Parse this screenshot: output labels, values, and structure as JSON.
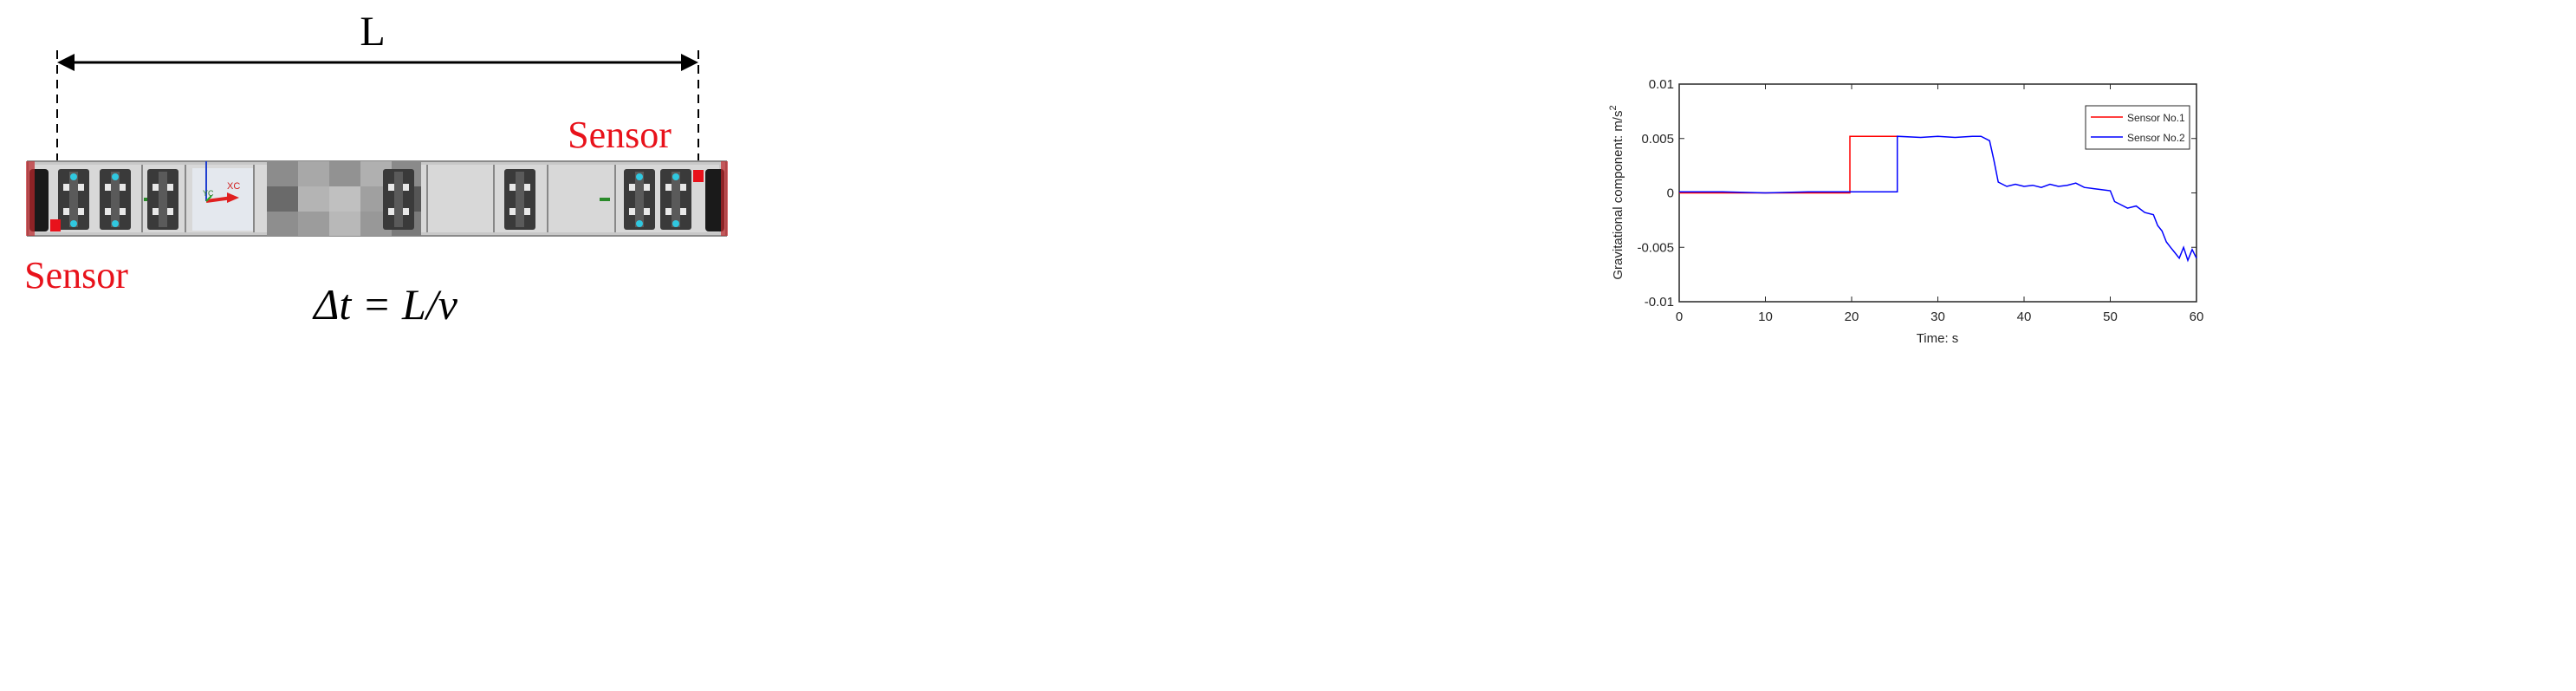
{
  "diagram": {
    "length_label": "L",
    "sensor_right_label": "Sensor",
    "sensor_left_label": "Sensor",
    "formula": "Δt = L/v",
    "axis_tag_1": "YC",
    "axis_tag_2": "XC",
    "colors": {
      "sensor_text": "#e8121b",
      "sensor_marker": "#e8121b",
      "dimension_line": "#000000"
    }
  },
  "chart_data": {
    "type": "line",
    "title": "",
    "xlabel": "Time: s",
    "ylabel": "Gravitational component: m/s",
    "ylabel_superscript": "2",
    "xlim": [
      0,
      60
    ],
    "ylim": [
      -0.01,
      0.01
    ],
    "xticks": [
      0,
      10,
      20,
      30,
      40,
      50,
      60
    ],
    "xtick_labels": [
      "0",
      "10",
      "20",
      "30",
      "40",
      "50",
      "60"
    ],
    "yticks": [
      -0.01,
      -0.005,
      0,
      0.005,
      0.01
    ],
    "ytick_labels": [
      "-0.01",
      "-0.005",
      "0",
      "0.005",
      "0.01"
    ],
    "grid": false,
    "legend_position": "top-right",
    "series": [
      {
        "name": "Sensor No.1",
        "color": "#ff0000",
        "x": [
          0,
          19.8,
          19.8,
          25.3
        ],
        "y": [
          0.0,
          0.0,
          0.0052,
          0.0052
        ]
      },
      {
        "name": "Sensor No.2",
        "color": "#0000ff",
        "x": [
          0,
          5,
          10,
          15,
          20,
          25.3,
          25.3,
          28,
          30,
          32,
          34,
          35,
          36,
          36.5,
          37,
          37.5,
          38,
          39,
          40,
          41,
          42,
          43,
          44,
          45,
          46,
          47,
          48,
          49,
          50,
          50.5,
          51,
          52,
          53,
          54,
          55,
          55.5,
          56,
          56.5,
          57,
          57.5,
          58,
          58.5,
          59,
          59.5,
          60
        ],
        "y": [
          0.0001,
          0.0001,
          0.0,
          0.0001,
          0.0001,
          0.0001,
          0.0052,
          0.0051,
          0.0052,
          0.0051,
          0.0052,
          0.0052,
          0.0048,
          0.003,
          0.001,
          0.0008,
          0.0006,
          0.0008,
          0.0006,
          0.0007,
          0.0005,
          0.0008,
          0.0006,
          0.0007,
          0.0009,
          0.0005,
          0.0004,
          0.0003,
          0.0002,
          -0.0008,
          -0.001,
          -0.0014,
          -0.0012,
          -0.0018,
          -0.002,
          -0.003,
          -0.0035,
          -0.0045,
          -0.005,
          -0.0055,
          -0.006,
          -0.005,
          -0.0062,
          -0.0052,
          -0.006
        ]
      }
    ]
  }
}
